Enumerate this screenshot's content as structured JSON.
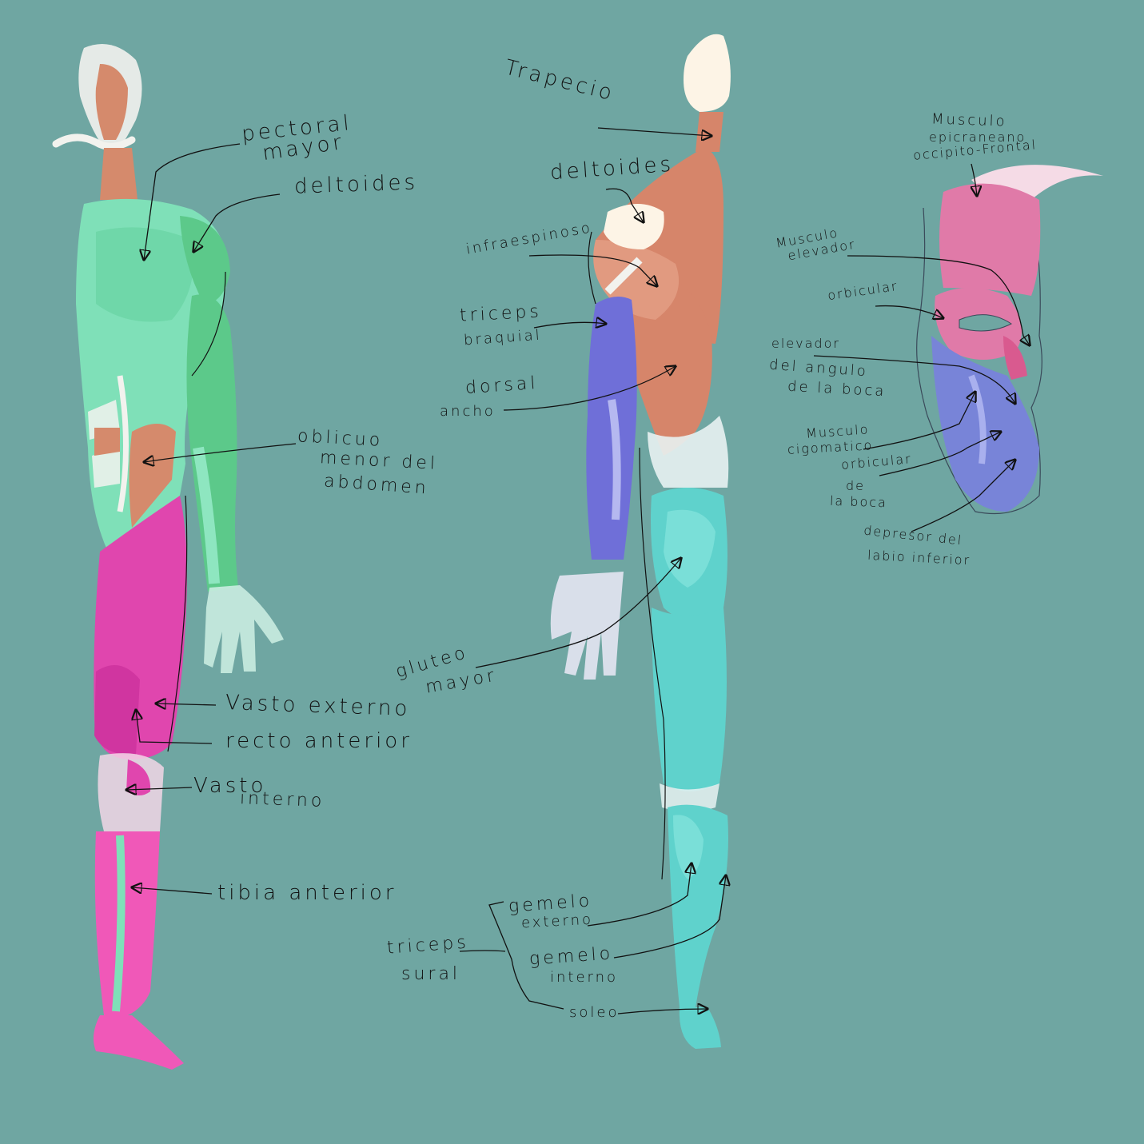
{
  "colors": {
    "background": "#6fa6a2",
    "front_torso": "#7fe0b8",
    "front_arm": "#5cc98a",
    "front_leg": "#e046ae",
    "skin_orange": "#d58a6c",
    "back_dorsal": "#d6856a",
    "back_arm": "#6f6fd8",
    "back_leg": "#5fd2cc",
    "face_upper": "#e07aa8",
    "face_lower": "#7884d8",
    "highlight": "#f2f2ee",
    "ink": "#111111"
  },
  "labels": {
    "front": {
      "pectoral": "pectoral",
      "mayor": "mayor",
      "deltoides": "deltoides",
      "oblicuo_1": "oblicuo",
      "oblicuo_2": "menor del",
      "oblicuo_3": "abdomen",
      "vasto_externo": "Vasto externo",
      "recto_anterior": "recto anterior",
      "vasto_interno_1": "Vasto",
      "vasto_interno_2": "interno",
      "tibia_anterior": "tibia anterior"
    },
    "back": {
      "trapecio": "Trapecio",
      "deltoides": "deltoides",
      "infraespinoso": "infraespinoso",
      "triceps_1": "triceps",
      "triceps_2": "braquial",
      "dorsal_1": "dorsal",
      "dorsal_2": "ancho",
      "gluteo_1": "gluteo",
      "gluteo_2": "mayor",
      "gemelo_externo_1": "gemelo",
      "gemelo_externo_2": "externo",
      "gemelo_interno_1": "gemelo",
      "gemelo_interno_2": "interno",
      "soleo": "soleo",
      "triceps_sural_1": "triceps",
      "triceps_sural_2": "sural"
    },
    "face": {
      "epicraneano_1": "Musculo",
      "epicraneano_2": "epicraneano",
      "epicraneano_3": "occipito-Frontal",
      "elevador_1": "Musculo",
      "elevador_2": "elevador",
      "orbicular": "orbicular",
      "angulo_1": "elevador",
      "angulo_2": "del angulo",
      "angulo_3": "de la boca",
      "cigomatico_1": "Musculo",
      "cigomatico_2": "cigomatico",
      "orbicular_boca_1": "orbicular",
      "orbicular_boca_2": "de",
      "orbicular_boca_3": "la boca",
      "depresor_1": "depresor del",
      "depresor_2": "labio inferior"
    }
  }
}
